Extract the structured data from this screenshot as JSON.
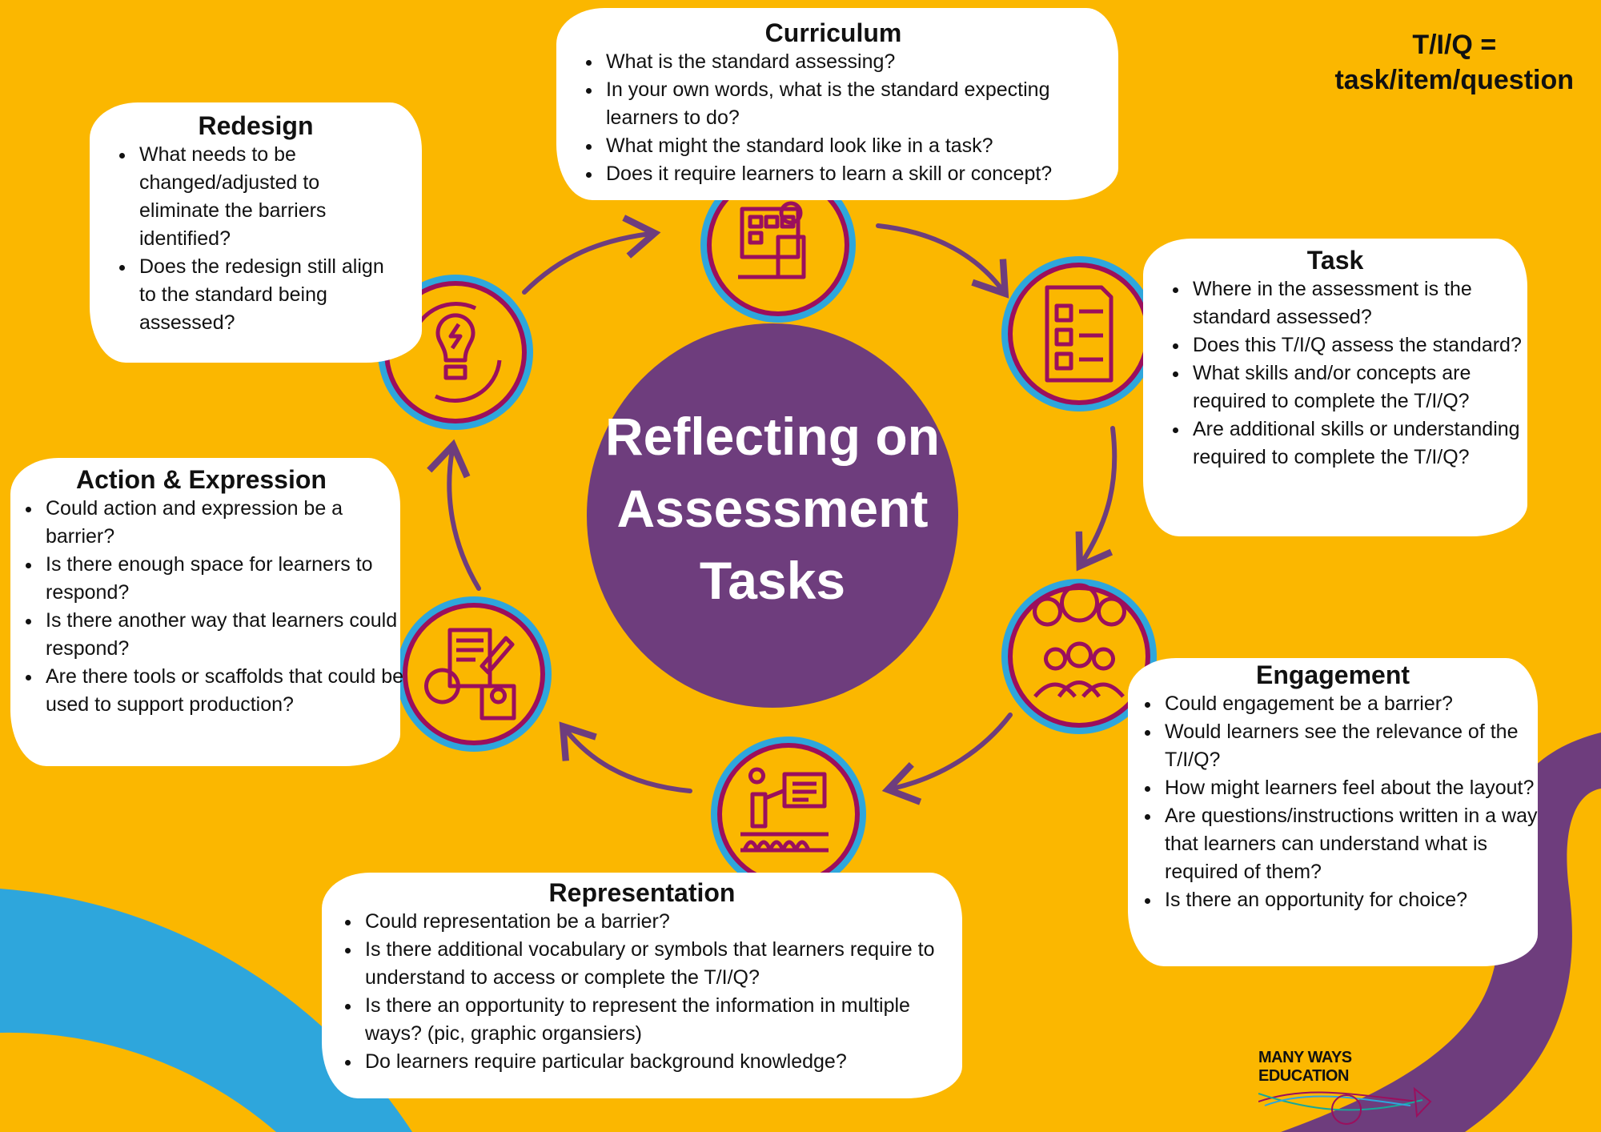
{
  "colors": {
    "background": "#fbb700",
    "purple": "#6e3d7d",
    "blue": "#2ea6dc",
    "icon_stroke": "#9b0f5d",
    "white": "#ffffff"
  },
  "center_title": [
    "Reflecting on",
    "Assessment",
    "Tasks"
  ],
  "note": {
    "line1": "T/I/Q =",
    "line2": "task/item/question"
  },
  "sections": {
    "curriculum": {
      "title": "Curriculum",
      "icon": "dashboard-checklist-icon",
      "items": [
        "What is the standard assessing?",
        "In your own words, what is the standard expecting learners to do?",
        "What might the standard look like in a task?",
        "Does it require learners to learn a skill or concept?"
      ]
    },
    "task": {
      "title": "Task",
      "icon": "checklist-document-icon",
      "items": [
        "Where in the assessment is the standard assessed?",
        "Does this T/I/Q assess the standard?",
        "What skills and/or concepts are required to complete the T/I/Q?",
        "Are additional skills or understanding required to complete the T/I/Q?"
      ]
    },
    "engagement": {
      "title": "Engagement",
      "icon": "group-feedback-icon",
      "items": [
        "Could engagement be a barrier?",
        "Would learners see the relevance of the T/I/Q?",
        "How might learners feel about the layout?",
        "Are questions/instructions written in a way that learners can understand what is required of them?",
        "Is there an opportunity for choice?"
      ]
    },
    "representation": {
      "title": "Representation",
      "icon": "presenter-board-icon",
      "items": [
        "Could representation be a barrier?",
        "Is there additional vocabulary or symbols that learners require to understand to access or complete the T/I/Q?",
        "Is there an opportunity to represent the information in multiple ways? (pic, graphic organsiers)",
        "Do learners require particular background knowledge?"
      ]
    },
    "action_expression": {
      "title": "Action & Expression",
      "icon": "media-creation-icon",
      "items": [
        "Could action and expression be a barrier?",
        "Is there enough space for learners to respond?",
        "Is there another way that learners could respond?",
        "Are there tools or scaffolds that could be used to support production?"
      ]
    },
    "redesign": {
      "title": "Redesign",
      "icon": "lightbulb-cycle-icon",
      "items": [
        "What needs to be changed/adjusted to eliminate the barriers identified?",
        "Does the redesign still align to the standard being assessed?"
      ]
    }
  },
  "logo": {
    "text": "MANY WAYS EDUCATION"
  }
}
